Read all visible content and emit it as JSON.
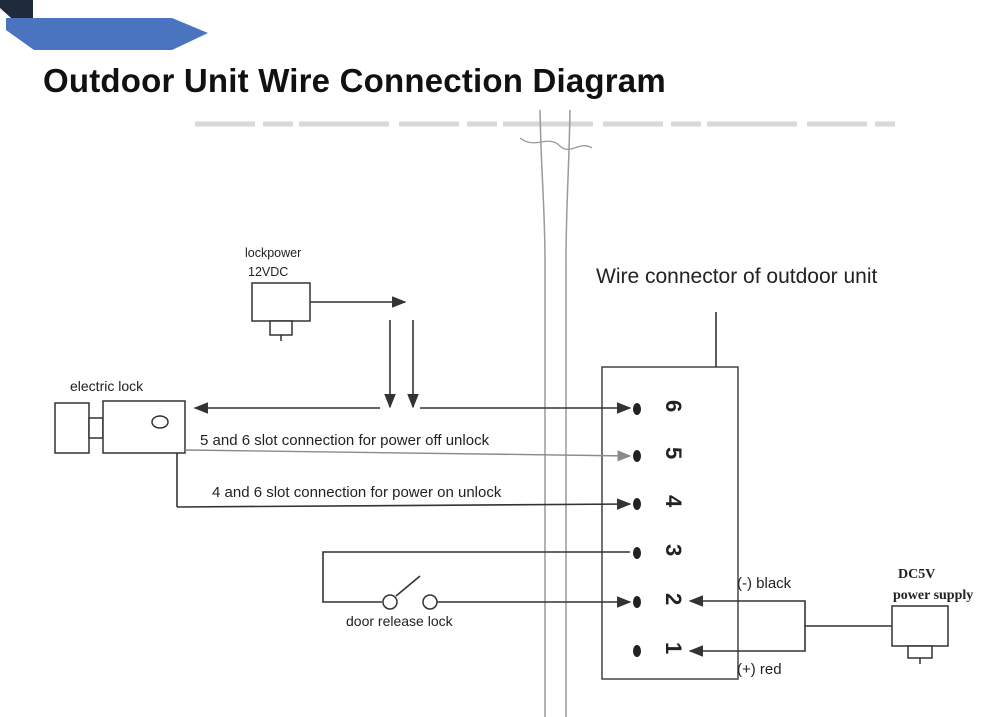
{
  "title": "Outdoor Unit Wire Connection Diagram",
  "colors": {
    "banner": "#4a73c0",
    "banner_dark": "#1f2a3a",
    "wire": "#333333"
  },
  "labels": {
    "lock_power_line1": "lockpower",
    "lock_power_line2": "12VDC",
    "connector": "Wire connector of outdoor unit",
    "electric_lock": "electric lock",
    "power_off_note": "5 and 6 slot connection for power off unlock",
    "power_on_note": "4 and 6 slot connection for power on unlock",
    "door_release": "door release lock",
    "black_wire": "(-)  black",
    "red_wire": "(+)  red",
    "dc_line1": "DC5V",
    "dc_line2": "power supply"
  },
  "terminals": [
    "6",
    "5",
    "4",
    "3",
    "2",
    "1"
  ]
}
